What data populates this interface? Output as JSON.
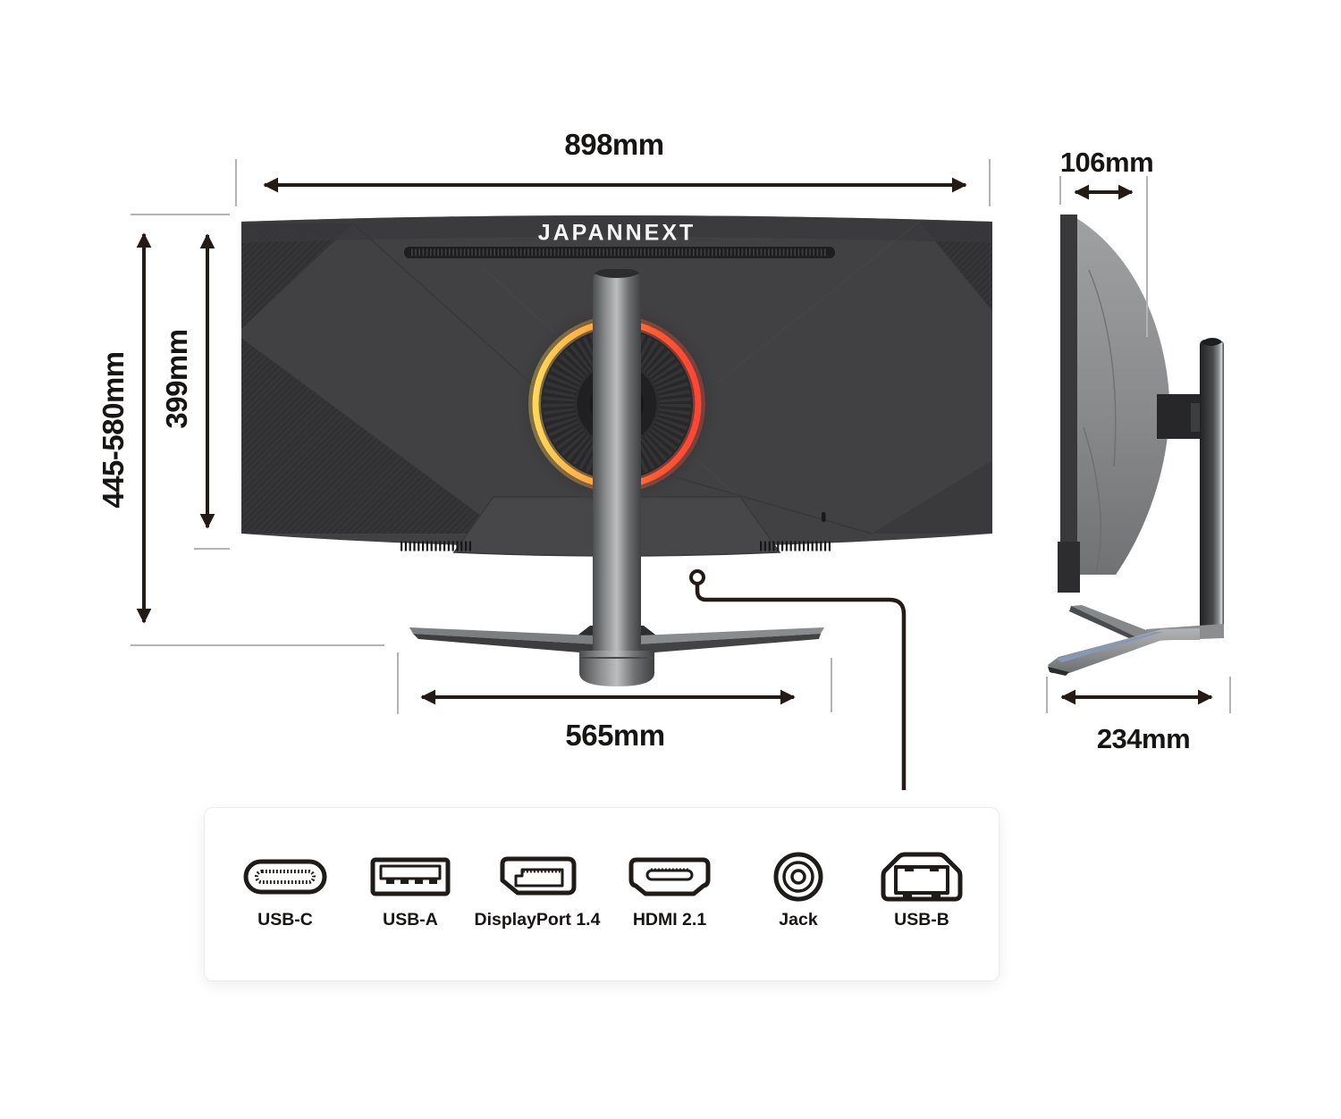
{
  "product": {
    "logo": "JAPANNEXT",
    "view": "monitor rear and side dimension diagram"
  },
  "dimensions": {
    "back_width": "898mm",
    "side_depth": "106mm",
    "total_height": "445-580mm",
    "panel_height": "399mm",
    "stand_width": "565mm",
    "base_depth": "234mm"
  },
  "ports": {
    "items": [
      {
        "name": "usb-c",
        "label": "USB-C"
      },
      {
        "name": "usb-a",
        "label": "USB-A"
      },
      {
        "name": "displayport",
        "label": "DisplayPort 1.4"
      },
      {
        "name": "hdmi",
        "label": "HDMI 2.1"
      },
      {
        "name": "jack",
        "label": "Jack"
      },
      {
        "name": "usb-b",
        "label": "USB-B"
      }
    ]
  },
  "colors": {
    "arrow": "#241a16",
    "tick": "#b5b3b1",
    "text": "#171514",
    "monitor_body": "#414143",
    "ring_yellow": "#ffd659",
    "ring_red": "#ff4533",
    "base_blue_highlight": "#8699b5",
    "panel_background": "#ffffff"
  }
}
